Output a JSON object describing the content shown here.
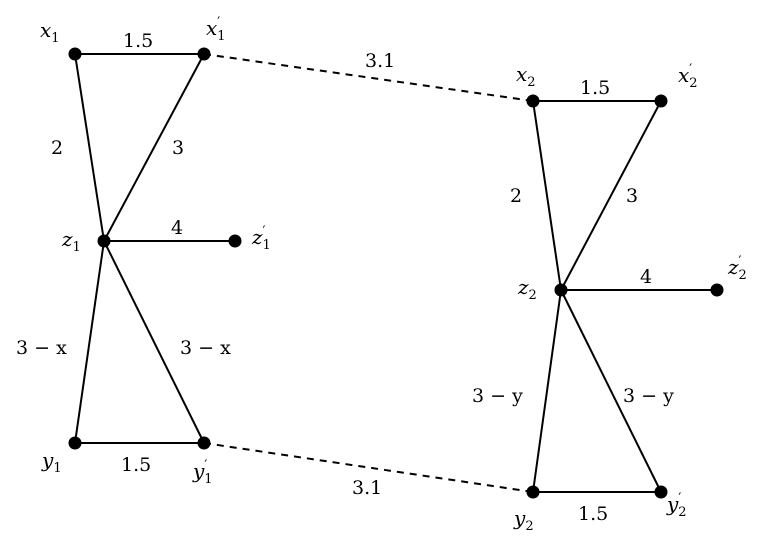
{
  "vertices": {
    "x1": {
      "base": "x",
      "sub": "1",
      "prime": ""
    },
    "x1p": {
      "base": "x",
      "sub": "1",
      "prime": "′"
    },
    "z1": {
      "base": "z",
      "sub": "1",
      "prime": ""
    },
    "z1p": {
      "base": "z",
      "sub": "1",
      "prime": "′"
    },
    "y1": {
      "base": "y",
      "sub": "1",
      "prime": ""
    },
    "y1p": {
      "base": "y",
      "sub": "1",
      "prime": "′"
    },
    "x2": {
      "base": "x",
      "sub": "2",
      "prime": ""
    },
    "x2p": {
      "base": "x",
      "sub": "2",
      "prime": "′"
    },
    "z2": {
      "base": "z",
      "sub": "2",
      "prime": ""
    },
    "z2p": {
      "base": "z",
      "sub": "2",
      "prime": "′"
    },
    "y2": {
      "base": "y",
      "sub": "2",
      "prime": ""
    },
    "y2p": {
      "base": "y",
      "sub": "2",
      "prime": "′"
    }
  },
  "edges": {
    "x1_x1p": "1.5",
    "x1_z1": "2",
    "x1p_z1": "3",
    "z1_z1p": "4",
    "y1_z1": "3 − x",
    "y1p_z1": "3 − x",
    "y1_y1p": "1.5",
    "x1p_x2": "3.1",
    "y1p_y2": "3.1",
    "x2_x2p": "1.5",
    "x2_z2": "2",
    "x2p_z2": "3",
    "z2_z2p": "4",
    "y2_z2": "3 − y",
    "y2p_z2": "3 − y",
    "y2_y2p": "1.5"
  }
}
